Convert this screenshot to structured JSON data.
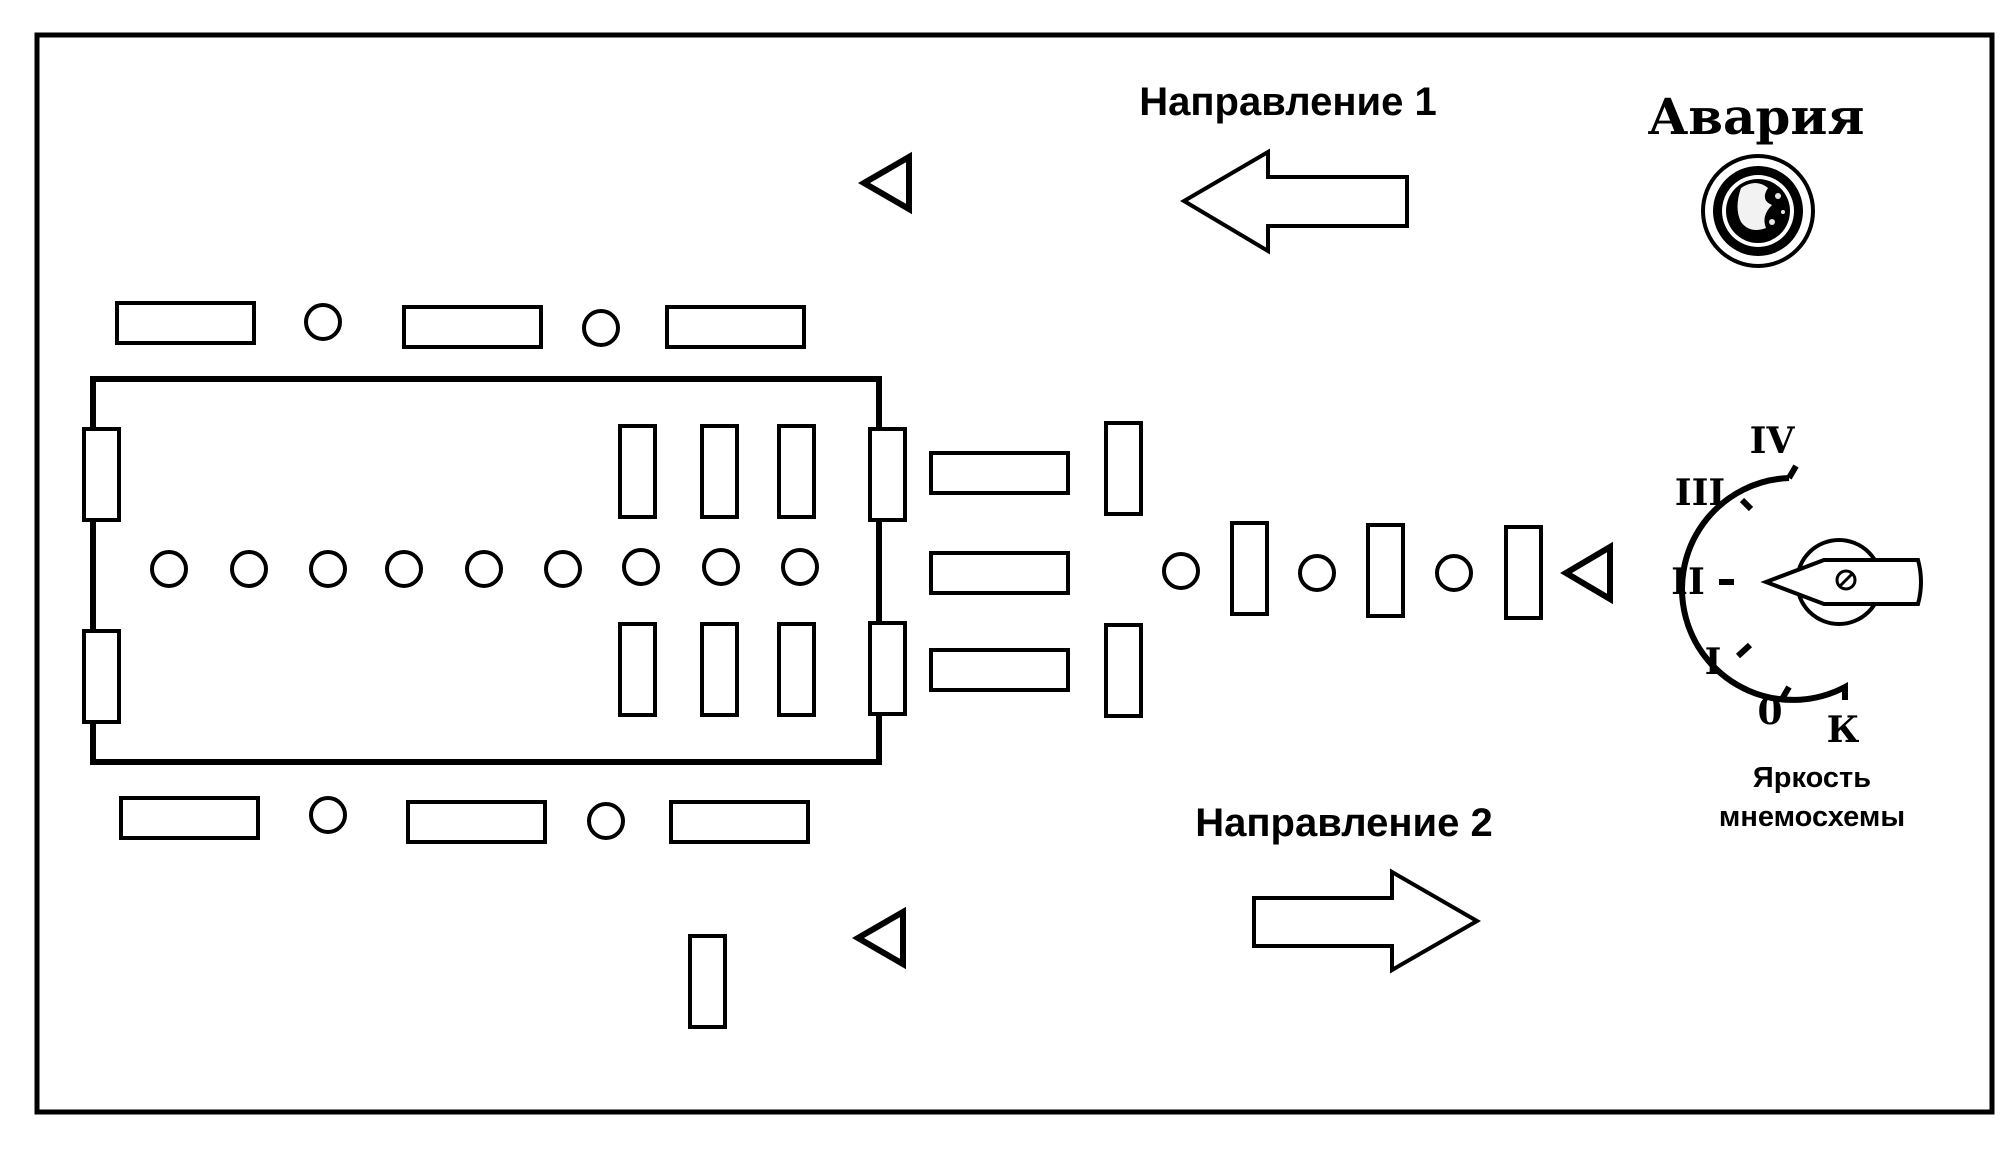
{
  "labels": {
    "direction_1": "Направление 1",
    "direction_2": "Направление 2",
    "alarm": "Авария",
    "brightness_line1": "Яркость",
    "brightness_line2": "мнемосхемы"
  },
  "brightness_switch": {
    "positions": [
      "К",
      "0",
      "I",
      "II",
      "III",
      "IV"
    ],
    "selected": "II"
  },
  "colors": {
    "line": "#000000",
    "background": "#ffffff"
  }
}
